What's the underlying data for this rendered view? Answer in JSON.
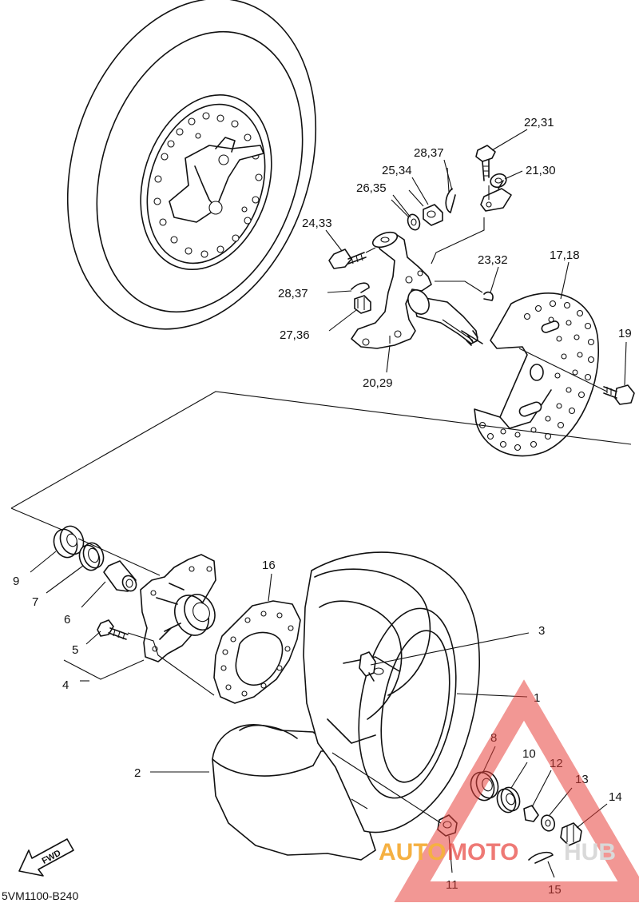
{
  "diagram": {
    "code": "5VM1100-B240",
    "fwd_label": "FWD",
    "watermark": {
      "part1": "AUTO",
      "part2": "MOTO",
      "part3": "HUB",
      "colors": {
        "triangle": "#e8413c",
        "auto": "#f5b041",
        "hub": "#d9d9d9"
      }
    },
    "labels": [
      {
        "id": "l1",
        "text": "1"
      },
      {
        "id": "l2",
        "text": "2"
      },
      {
        "id": "l3",
        "text": "3"
      },
      {
        "id": "l4",
        "text": "4"
      },
      {
        "id": "l5",
        "text": "5"
      },
      {
        "id": "l6",
        "text": "6"
      },
      {
        "id": "l7",
        "text": "7"
      },
      {
        "id": "l8",
        "text": "8"
      },
      {
        "id": "l9",
        "text": "9"
      },
      {
        "id": "l10",
        "text": "10"
      },
      {
        "id": "l11",
        "text": "11"
      },
      {
        "id": "l12",
        "text": "12"
      },
      {
        "id": "l13",
        "text": "13"
      },
      {
        "id": "l14",
        "text": "14"
      },
      {
        "id": "l15",
        "text": "15"
      },
      {
        "id": "l16",
        "text": "16"
      },
      {
        "id": "l1718",
        "text": "17,18"
      },
      {
        "id": "l19",
        "text": "19"
      },
      {
        "id": "l2029",
        "text": "20,29"
      },
      {
        "id": "l2130",
        "text": "21,30"
      },
      {
        "id": "l2231",
        "text": "22,31"
      },
      {
        "id": "l2332",
        "text": "23,32"
      },
      {
        "id": "l2433",
        "text": "24,33"
      },
      {
        "id": "l2534",
        "text": "25,34"
      },
      {
        "id": "l2635",
        "text": "26,35"
      },
      {
        "id": "l2736",
        "text": "27,36"
      },
      {
        "id": "l2837a",
        "text": "28,37"
      },
      {
        "id": "l2837b",
        "text": "28,37"
      }
    ]
  }
}
